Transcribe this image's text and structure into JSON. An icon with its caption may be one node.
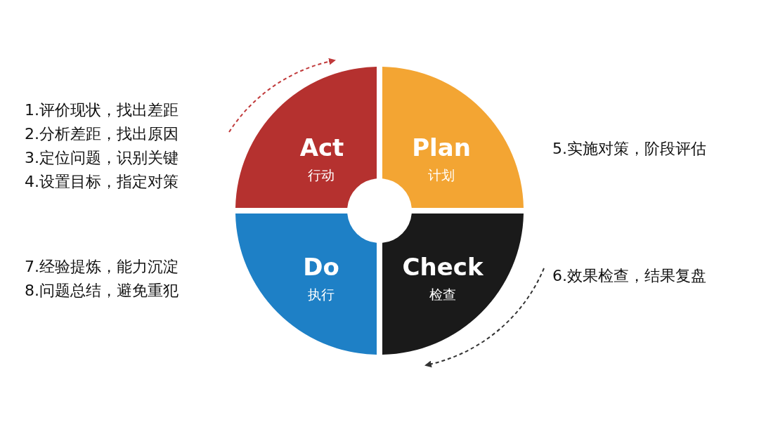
{
  "diagram": {
    "nodes": [
      {
        "text": [
          "Act",
          "行动"
        ]
      },
      {
        "text": [
          "Plan",
          "计划"
        ]
      },
      {
        "text": [
          "Do",
          "执行"
        ]
      },
      {
        "text": [
          "Check",
          "检查"
        ]
      }
    ],
    "labels": [
      "1.评价现状，找出差距",
      "2.分析差距，找出原因",
      "3.定位问题，识别关键",
      "4.设置目标，指定对策",
      "5.实施对策，阶段评估",
      "6.效果检查，结果复盘",
      "7.经验提炼，能力沉淀",
      "8.问题总结，避免重犯"
    ]
  }
}
